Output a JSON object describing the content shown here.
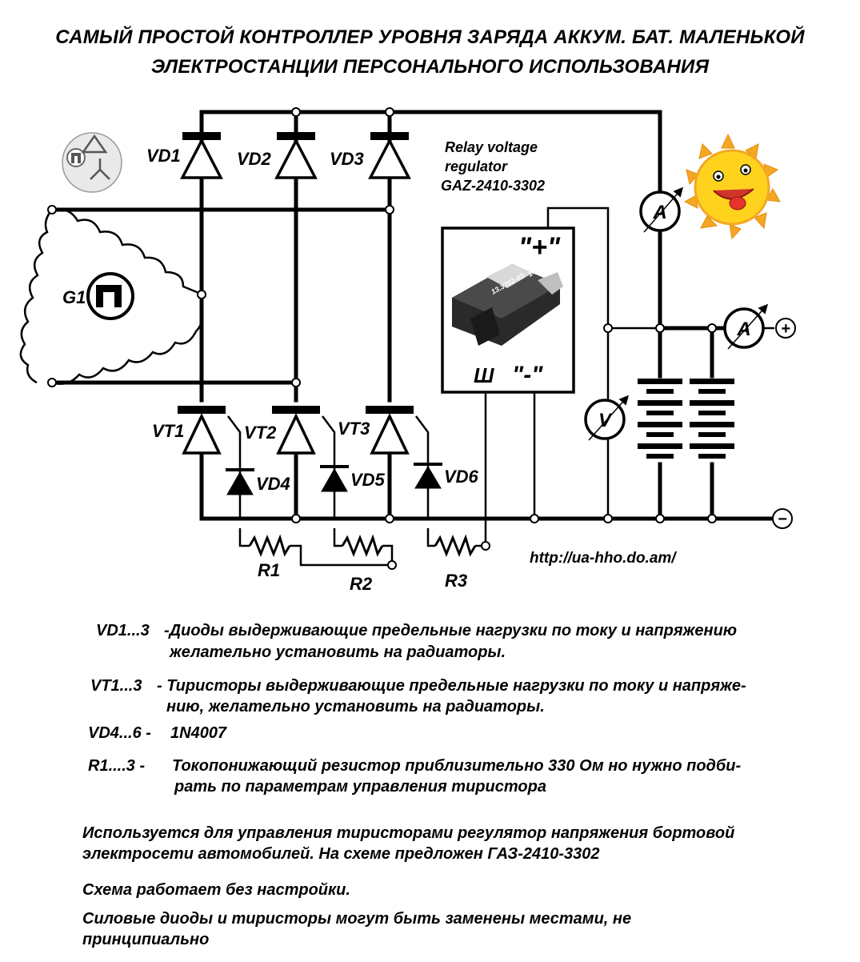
{
  "title": {
    "line1": "САМЫЙ ПРОСТОЙ КОНТРОЛЛЕР УРОВНЯ ЗАРЯДА АККУМ. БАТ. МАЛЕНЬКОЙ",
    "line2": "ЭЛЕКТРОСТАНЦИИ ПЕРСОНАЛЬНОГО ИСПОЛЬЗОВАНИЯ"
  },
  "labels": {
    "vd1": "VD1",
    "vd2": "VD2",
    "vd3": "VD3",
    "vt1": "VT1",
    "vt2": "VT2",
    "vt3": "VT3",
    "vd4": "VD4",
    "vd5": "VD5",
    "vd6": "VD6",
    "r1": "R1",
    "r2": "R2",
    "r3": "R3",
    "g1": "G1",
    "ammeter": "A",
    "voltmeter": "V",
    "plus": "+",
    "minus": "−",
    "regulator_plus": "\"+\"",
    "regulator_minus": "\"-\"",
    "regulator_sh": "Ш",
    "relay_line1": "Relay voltage",
    "relay_line2": "regulator",
    "relay_line3": "GAZ-2410-3302",
    "module_text1": "13.3702-03",
    "module_text2": "14В",
    "url": "http://ua-hho.do.am/"
  },
  "legend": {
    "vd13": {
      "code": "VD1...3",
      "line1": "-Диоды выдерживающие предельные нагрузки по току и напряжению",
      "line2": "желательно установить на радиаторы."
    },
    "vt13": {
      "code": "VT1...3",
      "line1": "- Тиристоры выдерживающие предельные нагрузки по току и напряже-",
      "line2": "нию, желательно установить на радиаторы."
    },
    "vd46": {
      "code": "VD4...6 -",
      "line1": "1N4007"
    },
    "r13": {
      "code": "R1....3 -",
      "line1": "Токопонижающий резистор приблизительно 330 Ом но нужно подби-",
      "line2": "рать по параметрам  управления тиристора"
    }
  },
  "notes": {
    "line1": "Используется для управления тиристорами регулятор напряжения бортовой",
    "line2": "электросети автомобилей. На схеме предложен ГАЗ-2410-3302",
    "line3": "Схема работает без настройки.",
    "line4": "Силовые диоды и тиристоры могут быть заменены местами, не",
    "line5": "принципиально"
  },
  "colors": {
    "sun_face": "#FFD21E",
    "sun_rays": "#F5A623",
    "tongue": "#E8322C",
    "mouth": "#D0352B"
  }
}
